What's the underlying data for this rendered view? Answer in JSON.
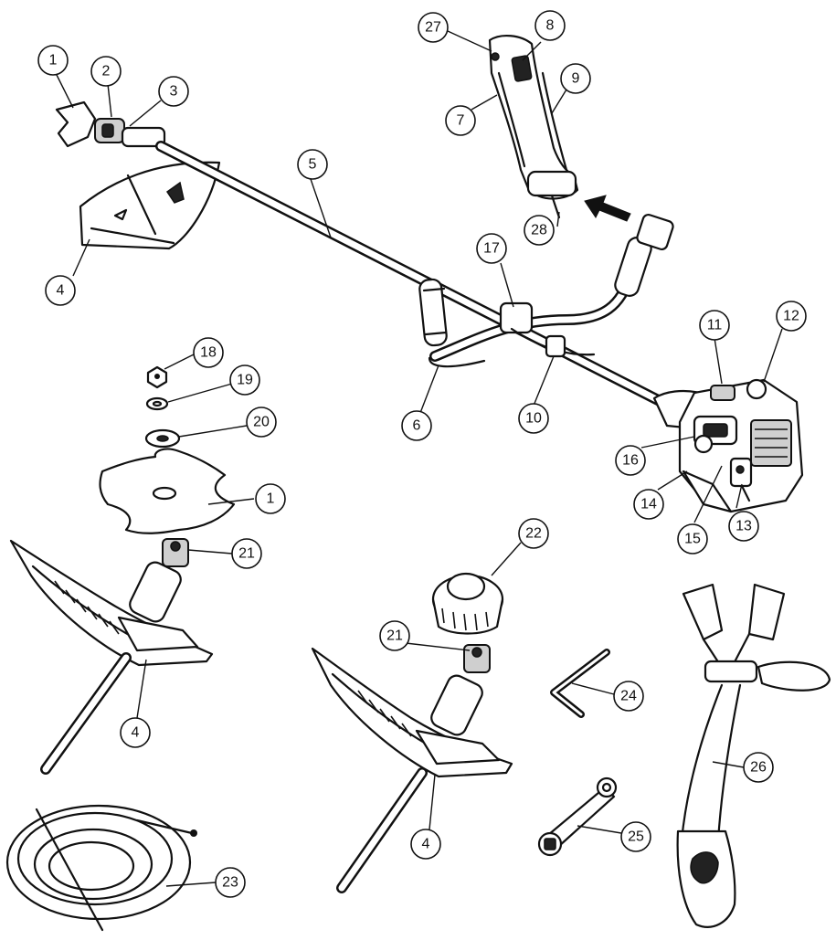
{
  "callouts": {
    "c1a": "1",
    "c2": "2",
    "c3": "3",
    "c4a": "4",
    "c5": "5",
    "c6": "6",
    "c7": "7",
    "c8": "8",
    "c9": "9",
    "c10": "10",
    "c11": "11",
    "c12": "12",
    "c13": "13",
    "c14": "14",
    "c15": "15",
    "c16": "16",
    "c17": "17",
    "c18": "18",
    "c19": "19",
    "c20": "20",
    "c1b": "1",
    "c21a": "21",
    "c22": "22",
    "c21b": "21",
    "c4b": "4",
    "c24": "24",
    "c26": "26",
    "c4c": "4",
    "c25": "25",
    "c23": "23",
    "c27": "27",
    "c28": "28"
  }
}
